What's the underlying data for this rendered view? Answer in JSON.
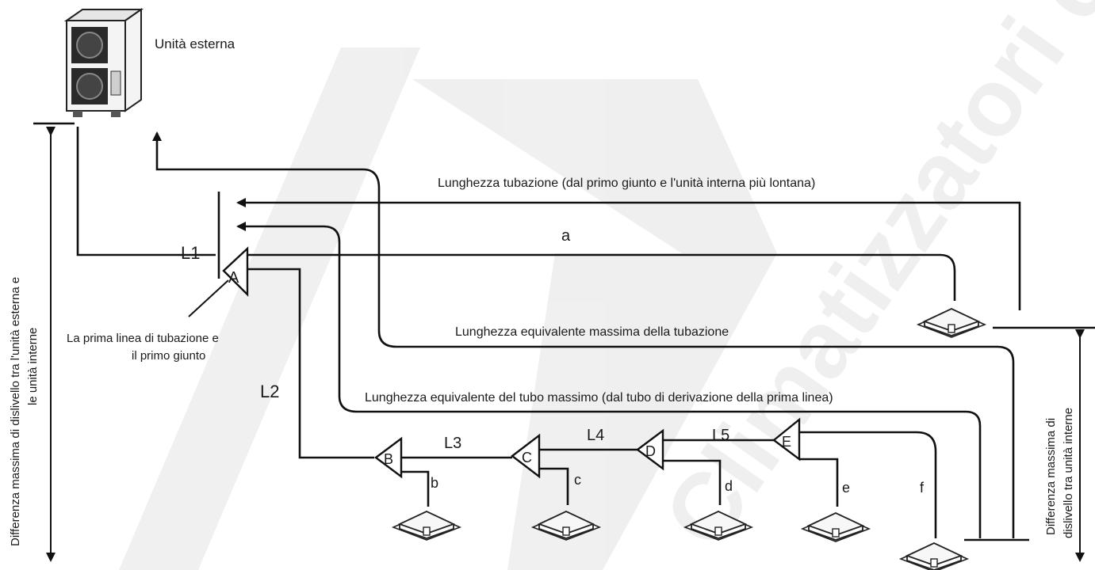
{
  "labels": {
    "outdoor_unit": "Unità esterna",
    "pipe_length_top": "Lunghezza tubazione (dal primo giunto e l'unità interna più lontana)",
    "a": "a",
    "L1": "L1",
    "first_line_line1": "La prima linea di tubazione e",
    "first_line_line2": "il primo giunto",
    "max_equiv_length": "Lunghezza equivalente massima della tubazione",
    "L2": "L2",
    "max_equiv_from_first": "Lunghezza equivalente del tubo massimo (dal tubo di derivazione della prima linea)",
    "L3": "L3",
    "L4": "L4",
    "L5": "L5",
    "b": "b",
    "c": "c",
    "d": "d",
    "e": "e",
    "f": "f",
    "left_vertical_line1": "Differenza massima di dislivello tra l'unità esterna e",
    "left_vertical_line2": "le unità interne",
    "right_vertical_line1": "Differenza massima di",
    "right_vertical_line2": "dislivello tra unità interne"
  },
  "joints": [
    "A",
    "B",
    "C",
    "D",
    "E"
  ],
  "watermark_text": "Climatizzatori d'aria",
  "colors": {
    "line": "#111111",
    "watermark": "#e9e9e9",
    "text": "#1a1a1a"
  }
}
